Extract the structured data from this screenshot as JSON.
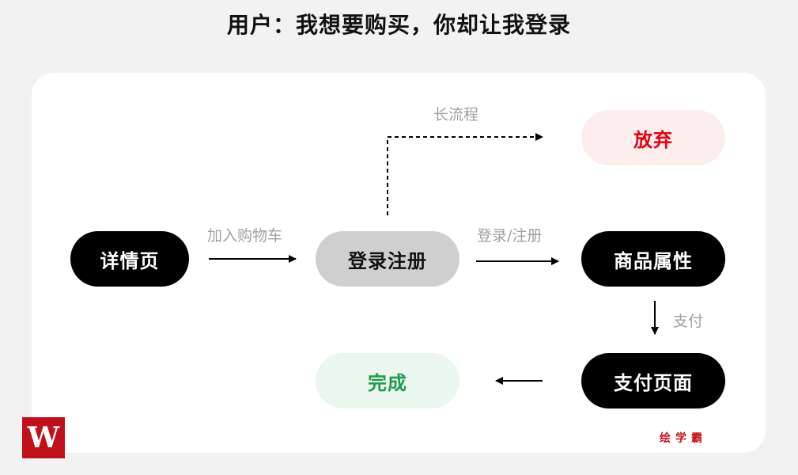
{
  "title": "用户：我想要购买，你却让我登录",
  "nodes": {
    "detail": "详情页",
    "login": "登录注册",
    "attributes": "商品属性",
    "payment_page": "支付页面",
    "complete": "完成",
    "give_up": "放弃"
  },
  "edges": {
    "add_to_cart": "加入购物车",
    "login_register": "登录/注册",
    "long_flow": "长流程",
    "pay": "支付"
  },
  "watermark": {
    "logo_letter": "W",
    "brand": "绘学霸"
  },
  "colors": {
    "dark_node": "#000000",
    "gray_node": "#cfcfcf",
    "giveup_bg": "#fdeeee",
    "giveup_text": "#e60012",
    "done_bg": "#eaf6ee",
    "done_text": "#1f9b4c",
    "edge_label": "#a0a0a0",
    "brand": "#c0111b"
  }
}
